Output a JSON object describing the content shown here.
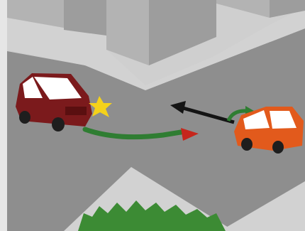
{
  "scene": {
    "kind": "traffic-illustration",
    "description_items": [
      "dark-red-van",
      "orange-hatchback",
      "headlight-flash",
      "green-turn-arrow",
      "black-straight-arrow",
      "buildings",
      "green-bush"
    ]
  },
  "colors": {
    "road": "#8e8e8e",
    "sidewalk": "#d2d2d2",
    "building_top": "#c9c9c9",
    "building_side": "#9d9d9d",
    "building_front": "#b3b3b3",
    "van": "#7b1a1c",
    "hatchback": "#e25a1c",
    "flash": "#f5d21a",
    "turn_arrow": "#2f7d32",
    "turn_arrow_tip": "#c6261c",
    "straight_arrow": "#141414",
    "bush": "#3c8b34"
  }
}
